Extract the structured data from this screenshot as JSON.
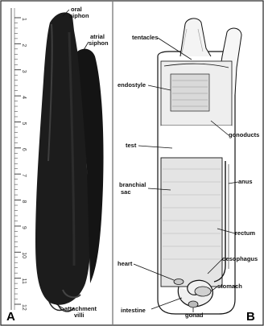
{
  "figure": {
    "panel_a": {
      "letter": "A",
      "ruler_numbers": [
        "1",
        "2",
        "3",
        "4",
        "5",
        "6",
        "7",
        "8",
        "9",
        "10",
        "11",
        "12"
      ],
      "labels": {
        "oral_siphon": [
          "oral",
          "siphon"
        ],
        "atrial_siphon": [
          "atrial",
          "siphon"
        ],
        "attachment_villi": [
          "attachment",
          "villi"
        ]
      }
    },
    "panel_b": {
      "letter": "B",
      "labels": {
        "tentacles": "tentacles",
        "endostyle": "endostyle",
        "gonoducts": "gonoducts",
        "test": "test",
        "branchial_sac": [
          "branchial",
          "sac"
        ],
        "anus": "anus",
        "rectum": "rectum",
        "oesophagus": "oesophagus",
        "heart": "heart",
        "stomach": "stomach",
        "intestine": "intestine",
        "gonad": "gonad"
      }
    }
  },
  "colors": {
    "border": "#222222",
    "specimen_dark": "#1a1a1a",
    "outline": "#111111"
  }
}
